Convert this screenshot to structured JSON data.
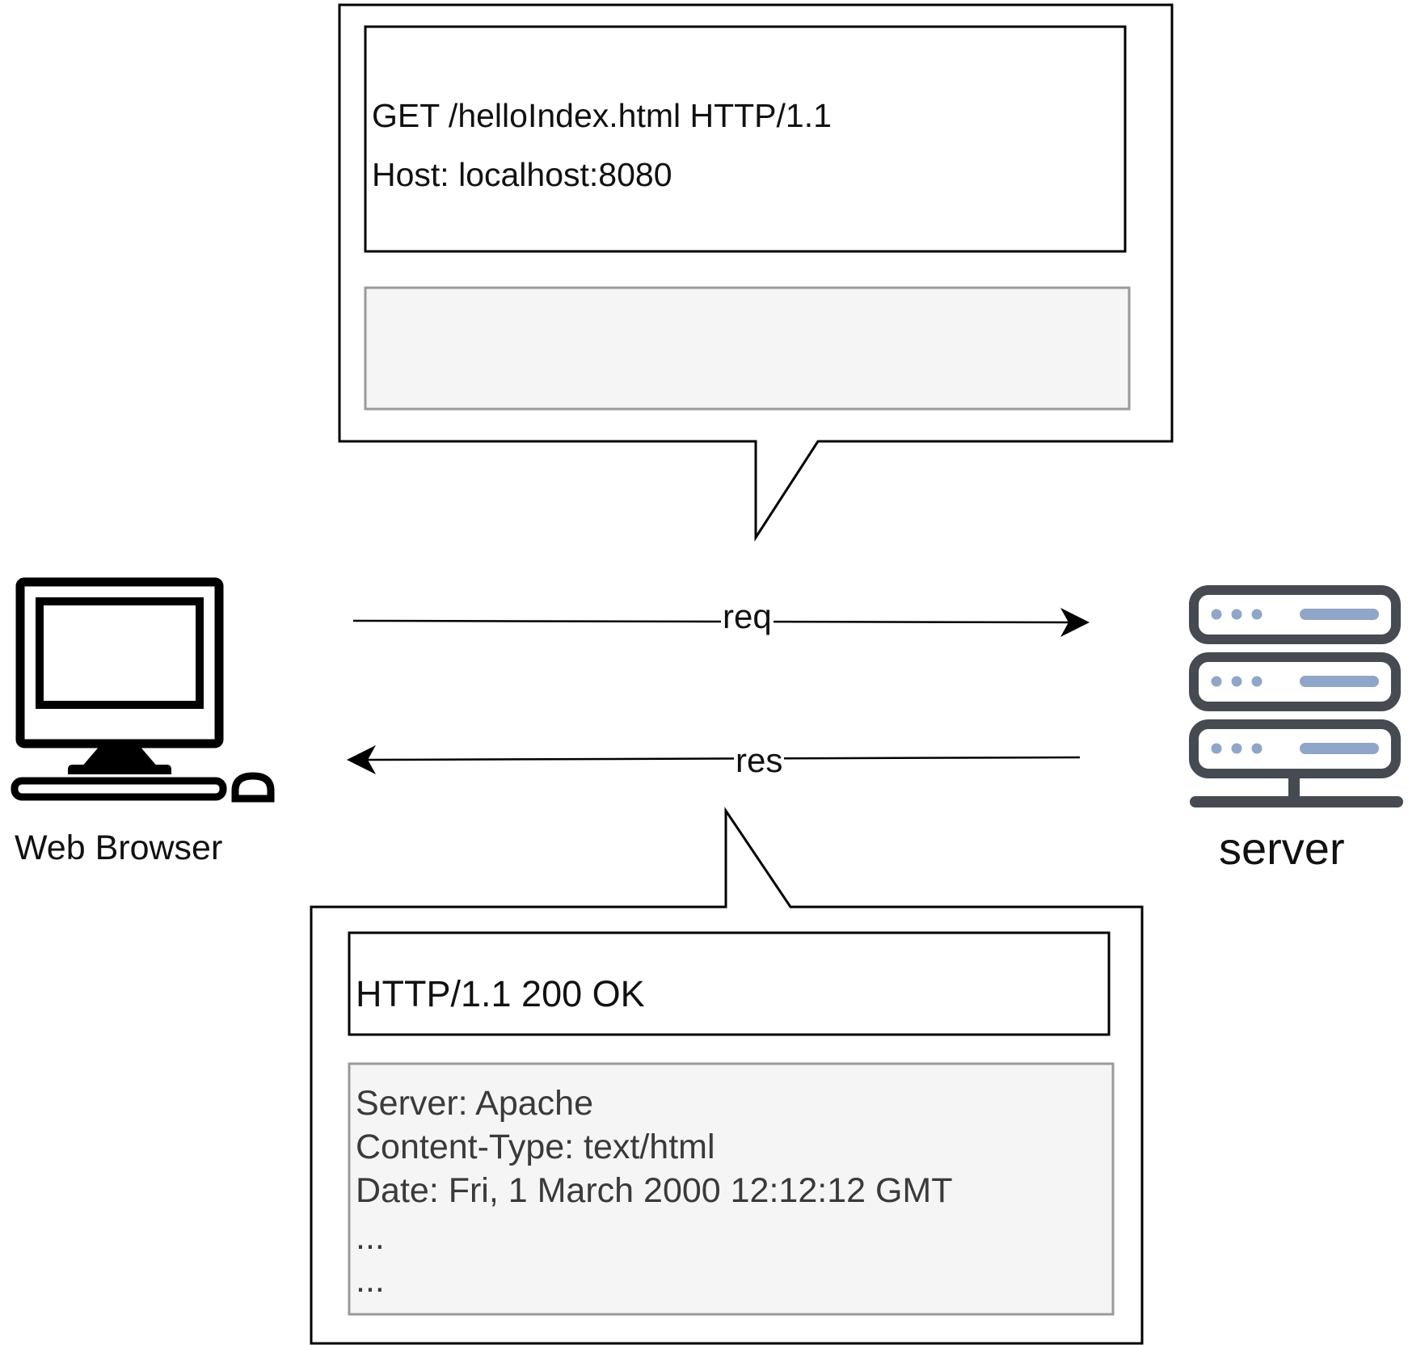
{
  "request": {
    "start_line": "GET /helloIndex.html HTTP/1.1",
    "header_line": "Host: localhost:8080"
  },
  "response": {
    "status_line": "HTTP/1.1 200 OK",
    "headers": [
      "Server: Apache",
      "Content-Type: text/html",
      "Date: Fri, 1 March 2000 12:12:12 GMT",
      "...",
      "..."
    ]
  },
  "edges": {
    "request_label": "req",
    "response_label": "res"
  },
  "nodes": {
    "client_label": "Web Browser",
    "server_label": "server"
  },
  "icons": {
    "client": "desktop-computer-icon",
    "server": "server-rack-icon"
  },
  "colors": {
    "stroke": "#000000",
    "body_box_fill": "#f5f5f5",
    "body_box_stroke": "#9a9a9a",
    "server_icon_stroke": "#464b52",
    "server_icon_accent": "#8fa6c8"
  }
}
